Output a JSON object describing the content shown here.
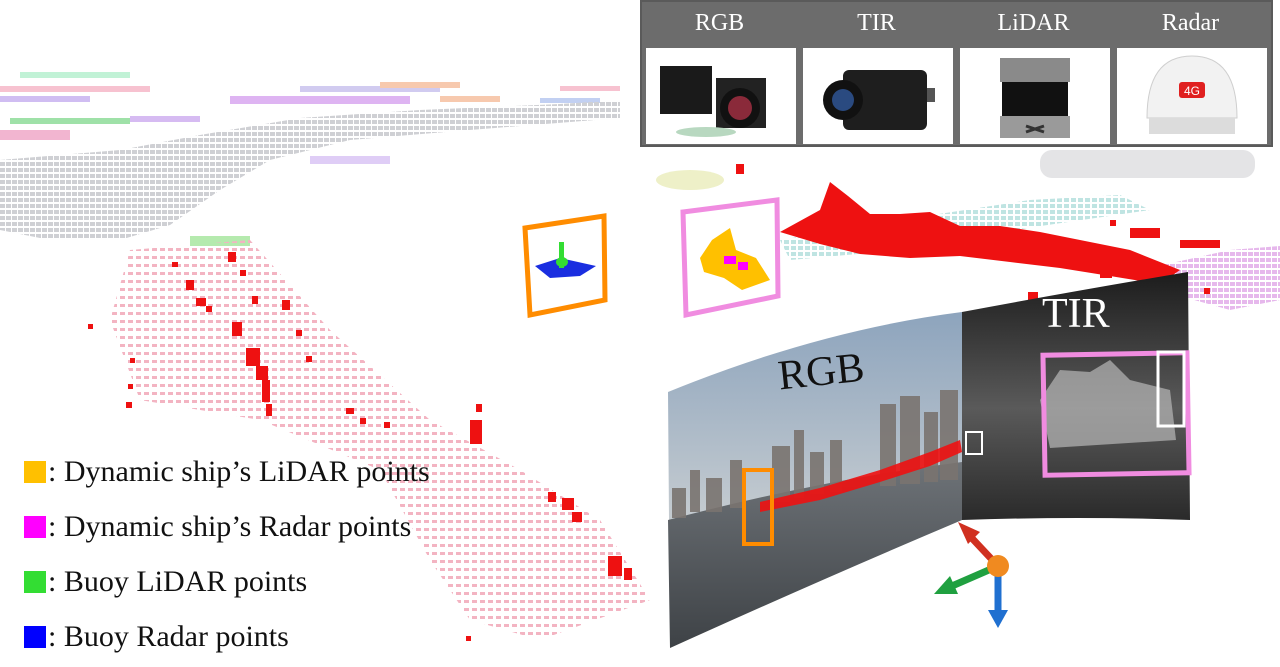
{
  "sensors": [
    {
      "label": "RGB",
      "icon": "rgb-camera-icon"
    },
    {
      "label": "TIR",
      "icon": "thermal-camera-icon"
    },
    {
      "label": "LiDAR",
      "icon": "lidar-sensor-icon"
    },
    {
      "label": "Radar",
      "icon": "radar-dome-icon"
    }
  ],
  "radar_brand_badge": "4G",
  "image_labels": {
    "rgb": "RGB",
    "tir": "TIR"
  },
  "legend": [
    {
      "color": "#FFC000",
      "label": ": Dynamic ship’s LiDAR points"
    },
    {
      "color": "#FF00FF",
      "label": ": Dynamic ship’s Radar points"
    },
    {
      "color": "#33DD33",
      "label": ": Buoy LiDAR points"
    },
    {
      "color": "#0000FF",
      "label": ": Buoy Radar points"
    }
  ],
  "colors": {
    "radar_points": "#FF0000",
    "lidar_points": "#F0A8B8",
    "buoy_box": "#FF8C00",
    "ship_box": "#F08CE0",
    "axis_x": "#D03020",
    "axis_y": "#20A040",
    "axis_z": "#2070D0",
    "axis_origin": "#F08A20"
  }
}
